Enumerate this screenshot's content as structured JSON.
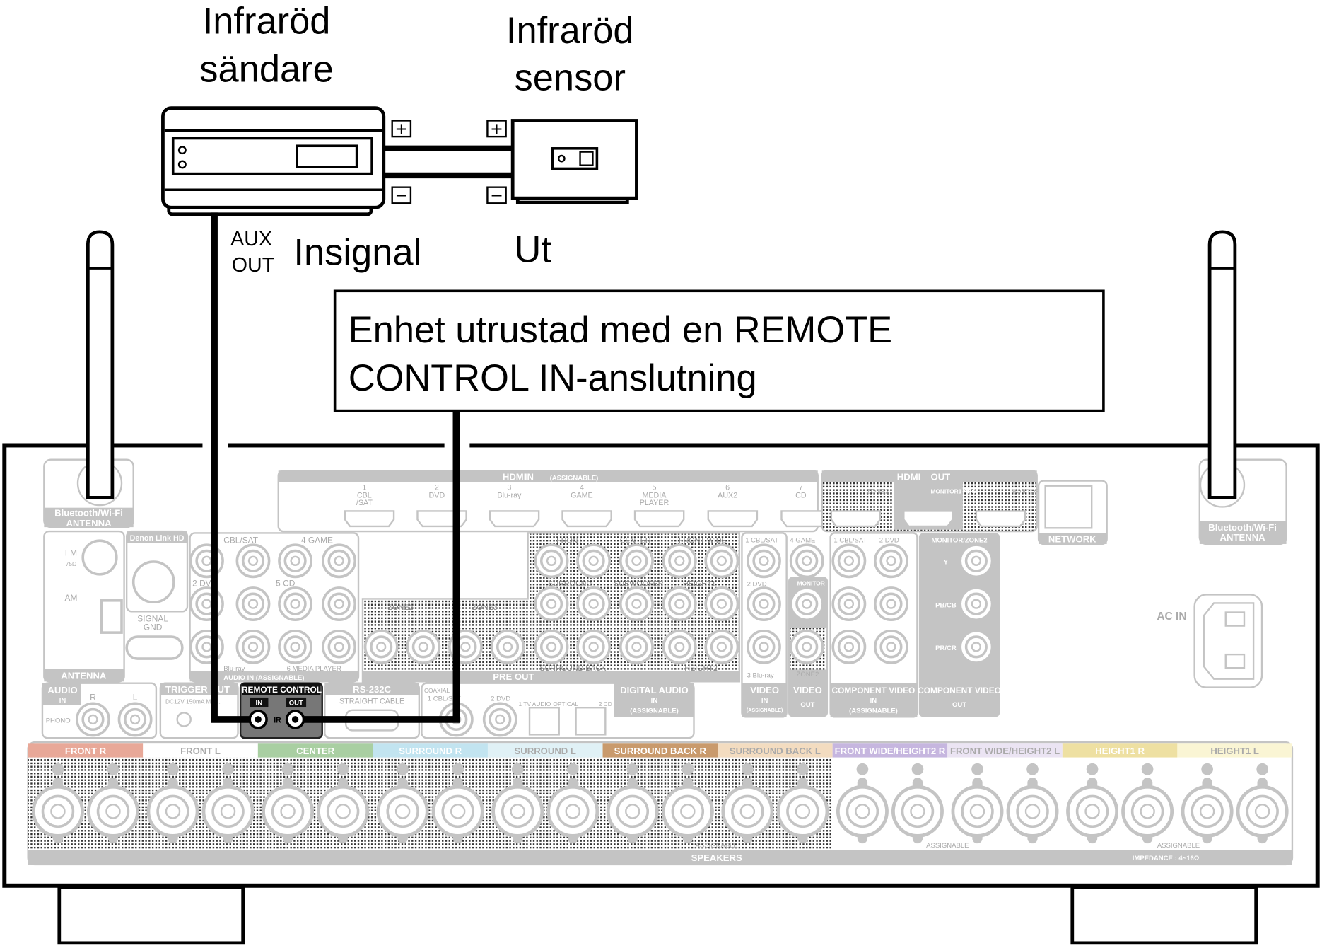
{
  "labels": {
    "transmitter_title": [
      "Infraröd",
      "sändare"
    ],
    "sensor_title": [
      "Infraröd",
      "sensor"
    ],
    "aux_out": [
      "AUX",
      "OUT"
    ],
    "input_signal": "Insignal",
    "output": "Ut",
    "plus": "+",
    "minus": "−",
    "callout": [
      "Enhet utrustad med en REMOTE",
      "CONTROL IN-anslutning"
    ]
  },
  "receiver": {
    "bt_antenna": [
      "Bluetooth/Wi-Fi",
      "ANTENNA"
    ],
    "hdmi_in": {
      "title": "HDMI",
      "badge": "IN",
      "note": "(ASSIGNABLE)",
      "ports": [
        [
          "1",
          "CBL",
          "/SAT"
        ],
        [
          "2",
          "DVD",
          ""
        ],
        [
          "3",
          "Blu-ray",
          ""
        ],
        [
          "4",
          "GAME",
          ""
        ],
        [
          "5",
          "MEDIA",
          "PLAYER"
        ],
        [
          "6",
          "AUX2",
          ""
        ],
        [
          "7",
          "CD",
          ""
        ]
      ]
    },
    "hdmi_out": {
      "title": "HDMI",
      "badge": "OUT",
      "ports": [
        "ZONE2",
        "MONITOR1 ARC",
        "MONITOR2"
      ]
    },
    "network": "NETWORK",
    "antenna": {
      "title": "ANTENNA",
      "fm": "FM",
      "fm_ohm": "75Ω",
      "am": "AM",
      "denon_link": "Denon Link HD",
      "signal_gnd": [
        "SIGNAL",
        "GND"
      ]
    },
    "audio_in": {
      "labels": [
        "CBL/SAT",
        "4 GAME",
        "2 DVD",
        "5 CD",
        "Blu-ray",
        "6 MEDIA PLAYER"
      ],
      "footer": "AUDIO IN (ASSIGNABLE)"
    },
    "pre_out": {
      "title": "PRE OUT",
      "labels": [
        "ZONE2",
        "ZONE3",
        "FRONT",
        "CENTER",
        "FRONT WIDE",
        "SURROUND",
        "SUBWOOFER",
        "HEIGHT1",
        "SURROUND BACK",
        "HEIGHT2"
      ]
    },
    "video_in": {
      "labels": [
        "1 CBL/SAT",
        "4 GAME",
        "2 DVD",
        "3 Blu-ray"
      ],
      "title": "VIDEO",
      "badge": "IN",
      "note": "(ASSIGNABLE)"
    },
    "video_out": {
      "labels": [
        "MONITOR",
        "ZONE2"
      ],
      "title": "VIDEO",
      "badge": "OUT"
    },
    "component_in": {
      "labels": [
        "1 CBL/SAT",
        "2 DVD"
      ],
      "title": "COMPONENT VIDEO",
      "badge": "IN",
      "note": "(ASSIGNABLE)"
    },
    "component_out": {
      "labels": [
        "MONITOR/ZONE2",
        "Y",
        "PB/CB",
        "PR/CR"
      ],
      "title": "COMPONENT VIDEO",
      "badge": "OUT"
    },
    "phono": {
      "title": "AUDIO",
      "badge": "IN",
      "r": "R",
      "l": "L",
      "phono": "PHONO"
    },
    "trigger": {
      "title": "TRIGGER OUT",
      "spec": "DC12V 150mA MAX."
    },
    "remote_control": {
      "title": "REMOTE CONTROL",
      "in": "IN",
      "out": "OUT",
      "ir": "IR"
    },
    "rs232c": {
      "title": "RS-232C",
      "sub": "STRAIGHT CABLE"
    },
    "digital": {
      "coaxial": "COAXIAL",
      "coax1": "1 CBL/SAT",
      "coax2": "2 DVD",
      "tv_audio": "1 TV AUDIO",
      "optical": "OPTICAL",
      "cd": "2 CD",
      "title": "DIGITAL AUDIO",
      "badge": "IN",
      "note": "(ASSIGNABLE)"
    },
    "ac_in": "AC IN",
    "speakers": {
      "title": "SPEAKERS",
      "impedance": "IMPEDANCE : 4~16Ω",
      "assignable": "ASSIGNABLE",
      "groups": [
        {
          "label": "FRONT R",
          "color": "#e8a898"
        },
        {
          "label": "FRONT L",
          "color": "#ffffff"
        },
        {
          "label": "CENTER",
          "color": "#a9cfa2"
        },
        {
          "label": "SURROUND R",
          "color": "#c2e4f0"
        },
        {
          "label": "SURROUND L",
          "color": "#e0f1f6"
        },
        {
          "label": "SURROUND BACK R",
          "color": "#c99a6c"
        },
        {
          "label": "SURROUND BACK L",
          "color": "#f3dcc0"
        },
        {
          "label": "FRONT WIDE/HEIGHT2 R",
          "color": "#c6b6df"
        },
        {
          "label": "FRONT WIDE/HEIGHT2 L",
          "color": "#ebe4f3"
        },
        {
          "label": "HEIGHT1 R",
          "color": "#eee0a2"
        },
        {
          "label": "HEIGHT1 L",
          "color": "#faf5d4"
        }
      ]
    }
  }
}
